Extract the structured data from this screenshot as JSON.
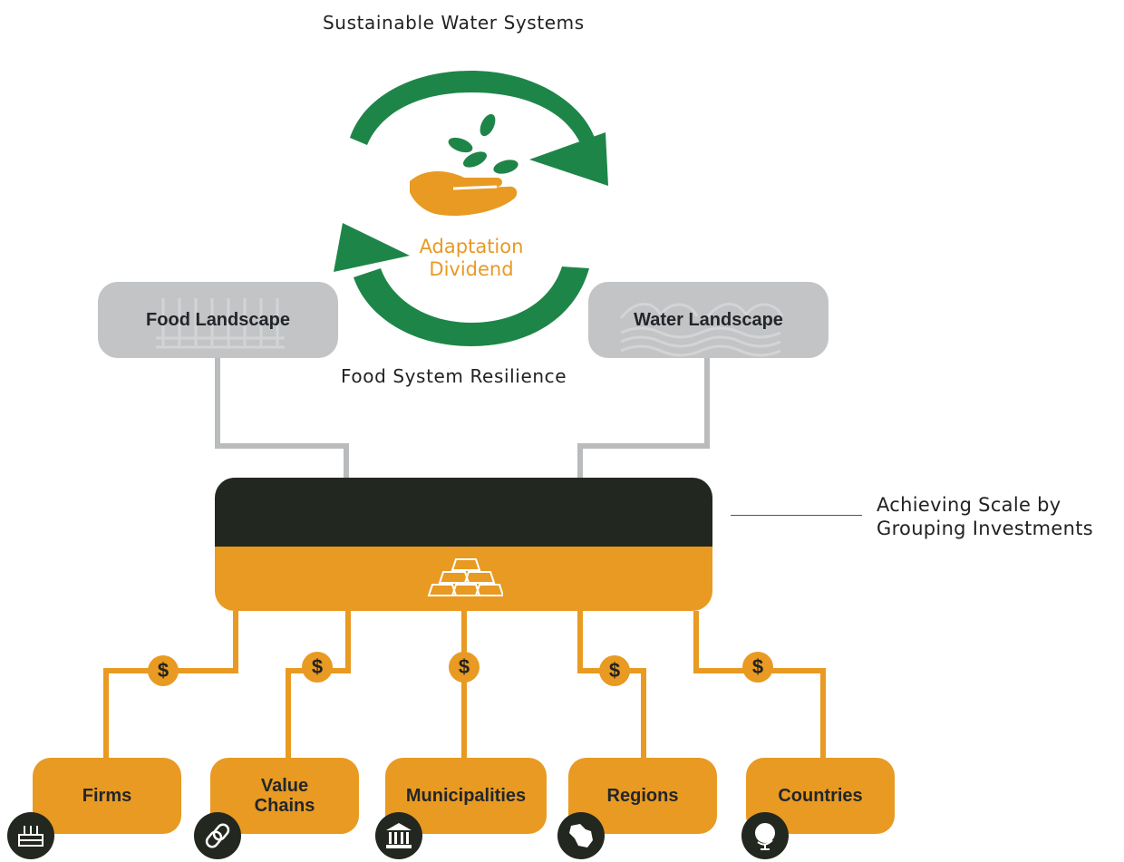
{
  "cycle": {
    "top_label": "Sustainable Water Systems",
    "bottom_label": "Food System Resilience",
    "center_line1": "Adaptation",
    "center_line2": "Dividend"
  },
  "landscapes": {
    "food": "Food Landscape",
    "water": "Water Landscape"
  },
  "fund": {
    "annotation_line1": "Achieving Scale by",
    "annotation_line2": "Grouping Investments",
    "icon": "gold-bars-icon"
  },
  "coin_symbol": "$",
  "targets": [
    {
      "line1": "Firms",
      "line2": "",
      "icon": "factory-icon"
    },
    {
      "line1": "Value",
      "line2": "Chains",
      "icon": "chain-link-icon"
    },
    {
      "line1": "Municipalities",
      "line2": "",
      "icon": "city-hall-icon"
    },
    {
      "line1": "Regions",
      "line2": "",
      "icon": "region-map-icon"
    },
    {
      "line1": "Countries",
      "line2": "",
      "icon": "globe-icon"
    }
  ],
  "colors": {
    "green": "#1e8548",
    "orange": "#e89a22",
    "dark": "#22271f",
    "gray": "#c2c4c6"
  }
}
